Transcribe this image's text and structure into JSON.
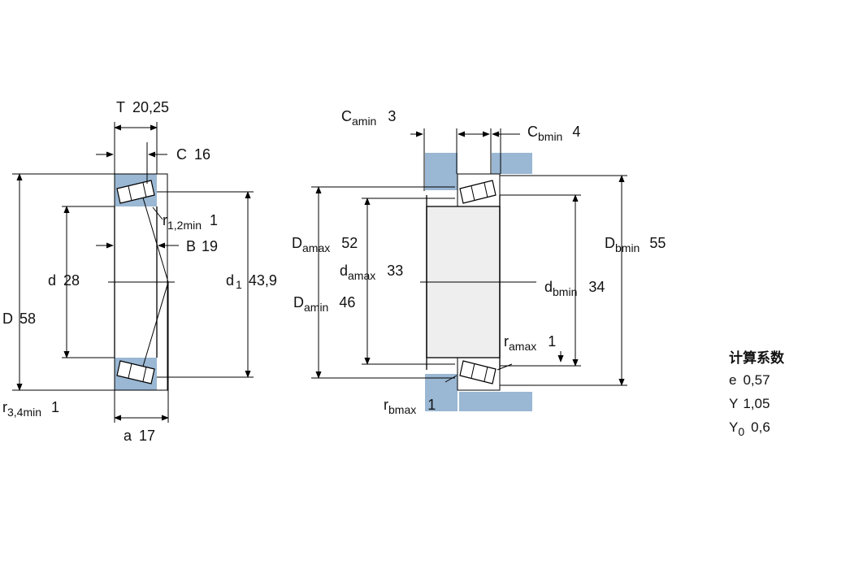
{
  "bearing_section": {
    "T": {
      "symbol": "T",
      "value": "20,25"
    },
    "C": {
      "symbol": "C",
      "value": "16"
    },
    "r12": {
      "symbol": "r",
      "sub": "1,2min",
      "value": "1"
    },
    "B": {
      "symbol": "B",
      "value": "19"
    },
    "d": {
      "symbol": "d",
      "value": "28"
    },
    "d1": {
      "symbol": "d",
      "sub": "1",
      "value": "43,9"
    },
    "D": {
      "symbol": "D",
      "value": "58"
    },
    "r34": {
      "symbol": "r",
      "sub": "3,4min",
      "value": "1"
    },
    "a": {
      "symbol": "a",
      "value": "17"
    }
  },
  "abutment": {
    "Camin": {
      "symbol": "C",
      "sub": "amin",
      "value": "3"
    },
    "Cbmin": {
      "symbol": "C",
      "sub": "bmin",
      "value": "4"
    },
    "Damax": {
      "symbol": "D",
      "sub": "amax",
      "value": "52"
    },
    "damax": {
      "symbol": "d",
      "sub": "amax",
      "value": "33"
    },
    "Damin": {
      "symbol": "D",
      "sub": "amin",
      "value": "46"
    },
    "Dbmin": {
      "symbol": "D",
      "sub": "bmin",
      "value": "55"
    },
    "dbmin": {
      "symbol": "d",
      "sub": "bmin",
      "value": "34"
    },
    "ramax": {
      "symbol": "r",
      "sub": "amax",
      "value": "1"
    },
    "rbmax": {
      "symbol": "r",
      "sub": "bmax",
      "value": "1"
    }
  },
  "calculation_factors": {
    "title": "计算系数",
    "e": {
      "symbol": "e",
      "value": "0,57"
    },
    "Y": {
      "symbol": "Y",
      "value": "1,05"
    },
    "Y0": {
      "symbol": "Y",
      "sub": "0",
      "value": "0,6"
    }
  },
  "colors": {
    "abutment_fill": "#9ab7d3",
    "line": "#000000"
  }
}
